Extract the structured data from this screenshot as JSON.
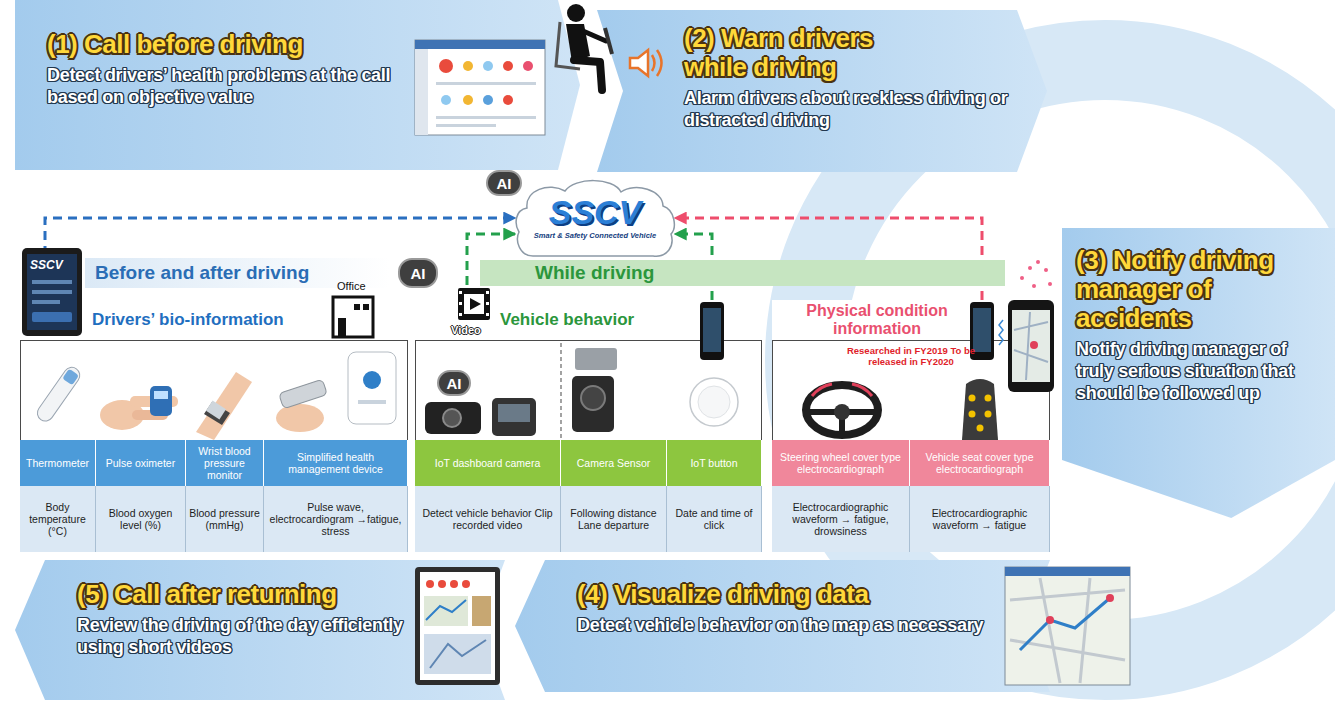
{
  "diagram": {
    "nodes": [
      {
        "text": [
          "(1) Call before driving",
          "Detect drivers’ health problems at the call based on objective value"
        ]
      },
      {
        "text": [
          "(2) Warn drivers while driving",
          "Alarm drivers about reckless driving or distracted driving"
        ]
      },
      {
        "text": [
          "AI"
        ]
      },
      {
        "text": [
          "SSCV",
          "Smart & Safety Connected Vehicle"
        ]
      },
      {
        "text": [
          "Before and after driving"
        ]
      },
      {
        "text": [
          "AI"
        ]
      },
      {
        "text": [
          "While driving"
        ]
      },
      {
        "text": [
          "(3) Notify driving manager of accidents",
          "Notify driving manager of truly serious situation that should be followed up"
        ]
      },
      {
        "text": [
          "Drivers’ bio-information"
        ]
      },
      {
        "text": [
          "Thermometer",
          "Body temperature (°C)"
        ],
        "in": 8
      },
      {
        "text": [
          "Pulse oximeter",
          "Blood oxygen level (%)"
        ],
        "in": 8
      },
      {
        "text": [
          "Wrist blood pressure monitor",
          "Blood pressure (mmHg)"
        ],
        "in": 8
      },
      {
        "text": [
          "Simplified health management device",
          "Pulse wave, electrocardiogram →fatigue, stress"
        ],
        "in": 8
      },
      {
        "text": [
          "Vehicle behavior"
        ]
      },
      {
        "text": [
          "AI"
        ],
        "in": 13
      },
      {
        "text": [
          "IoT dashboard camera",
          "Detect vehicle behavior Clip recorded video"
        ],
        "in": 13
      },
      {
        "text": [
          "Camera Sensor",
          "Following distance Lane departure"
        ],
        "in": 13
      },
      {
        "text": [
          "IoT button",
          "Date and time of click"
        ],
        "in": 13
      },
      {
        "text": [
          "Physical condition information",
          "Researched in FY2019 To be released in FY2020"
        ]
      },
      {
        "text": [
          "Steering wheel cover type electrocardiograph",
          "Electrocardiographic waveform → fatigue, drowsiness"
        ],
        "in": 18
      },
      {
        "text": [
          "Vehicle seat cover type electrocardiograph",
          "Electrocardiographic waveform → fatigue"
        ],
        "in": 18
      },
      {
        "text": [
          "(4) Visualize driving data",
          "Detect vehicle behavior on the map as necessary"
        ]
      },
      {
        "text": [
          "(5) Call after returning",
          "Review the driving of the day efficiently using short videos"
        ]
      }
    ],
    "edges": [
      {
        "from": 8,
        "to": 3,
        "arrow": "to"
      },
      {
        "from": 13,
        "to": 3,
        "arrow": "to"
      },
      {
        "from": 13,
        "to": 3,
        "arrow": "to"
      },
      {
        "from": 18,
        "to": 3,
        "arrow": "to"
      }
    ],
    "labels": [
      "SSCV",
      "Office",
      "Video"
    ]
  }
}
